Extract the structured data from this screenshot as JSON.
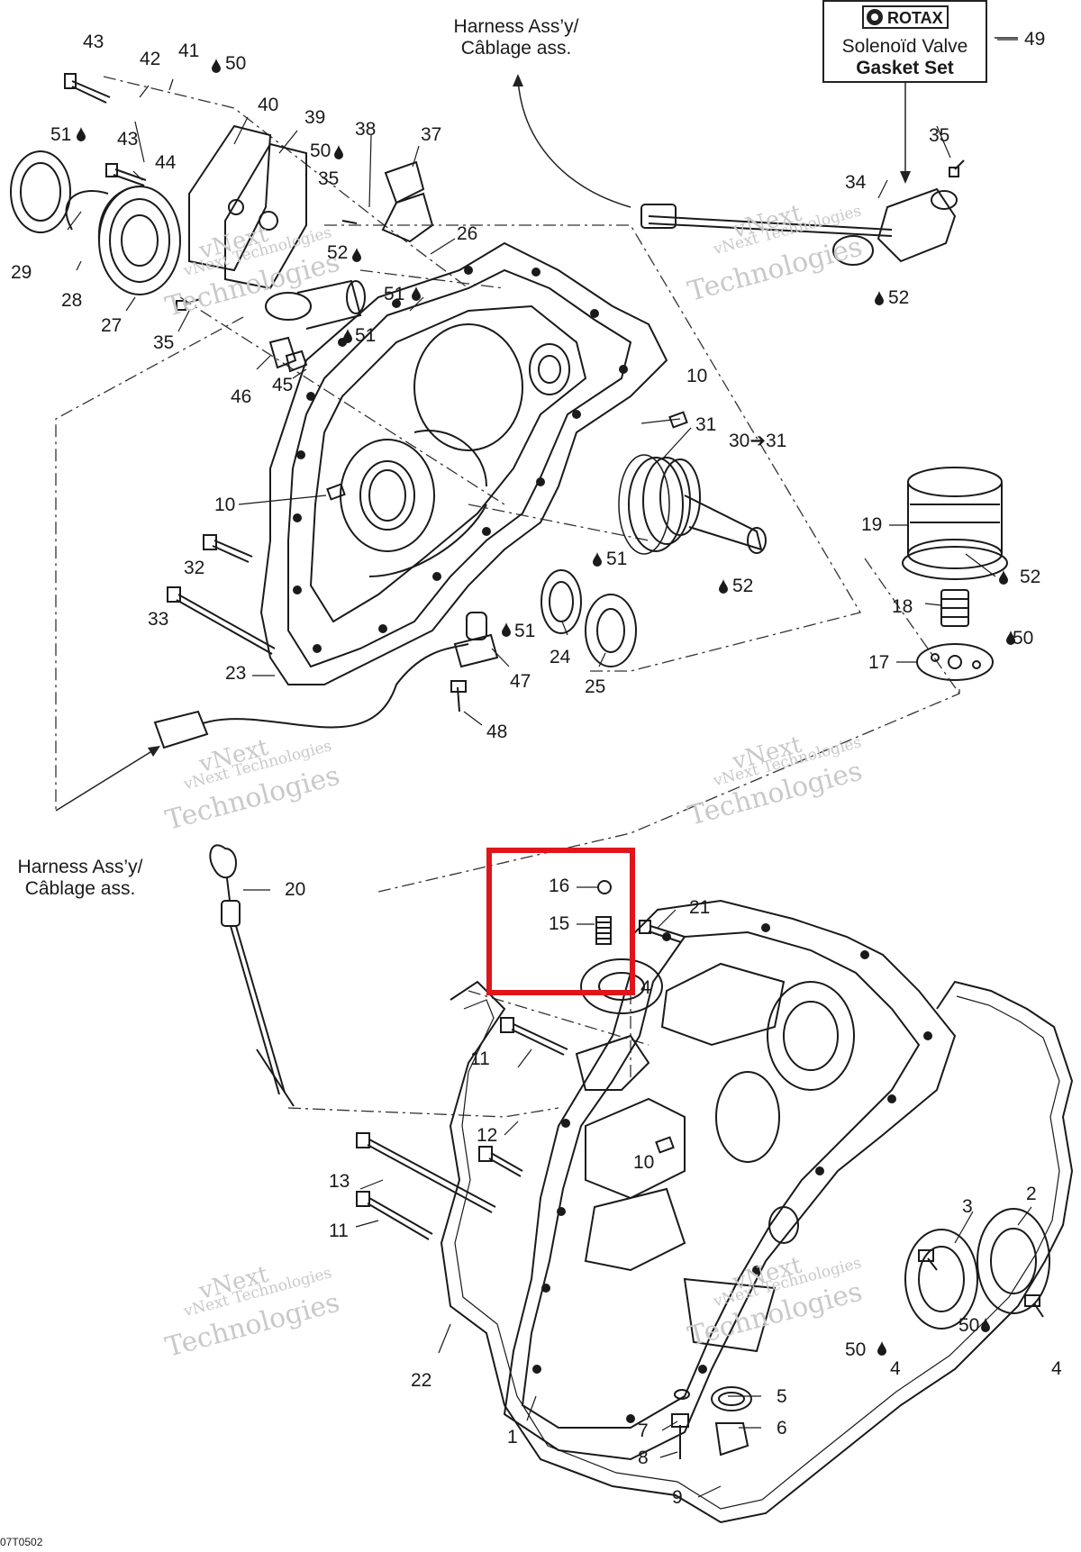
{
  "diagram": {
    "labels": {
      "l1": "1",
      "l2": "2",
      "l3": "3",
      "l4a": "4",
      "l4b": "4",
      "l4c": "4",
      "l5": "5",
      "l6": "6",
      "l7": "7",
      "l8": "8",
      "l9": "9",
      "l10a": "10",
      "l10b": "10",
      "l10c": "10",
      "l11a": "11",
      "l11b": "11",
      "l12": "12",
      "l13": "13",
      "l15": "15",
      "l16": "16",
      "l17": "17",
      "l18": "18",
      "l19": "19",
      "l20": "20",
      "l21": "21",
      "l22": "22",
      "l23": "23",
      "l24": "24",
      "l25": "25",
      "l26": "26",
      "l27": "27",
      "l28": "28",
      "l29": "29",
      "l30": "30➔31",
      "l31": "31",
      "l32": "32",
      "l33": "33",
      "l34": "34",
      "l35a": "35",
      "l35b": "35",
      "l35c": "35",
      "l37": "37",
      "l38": "38",
      "l39": "39",
      "l40": "40",
      "l41": "41",
      "l42": "42",
      "l43a": "43",
      "l43b": "43",
      "l44": "44",
      "l45": "45",
      "l46": "46",
      "l47": "47",
      "l48": "48",
      "l49": "49",
      "lub50a": "50",
      "lub50b": "50",
      "lub50c": "50",
      "lub50d": "50",
      "lub50e": "50",
      "lub51a": "51",
      "lub51b": "51",
      "lub51c": "51",
      "lub51d": "51",
      "lub51e": "51",
      "lub52a": "52",
      "lub52b": "52",
      "lub52c": "52",
      "lub52d": "52"
    },
    "harness_top": {
      "line1": "Harness Ass’y/",
      "line2": "Câblage ass."
    },
    "harness_left": {
      "line1": "Harness Ass’y/",
      "line2": "Câblage ass."
    },
    "rotax": {
      "logo": "ROTAX",
      "line1": "Solenoïd Valve",
      "line2": "Gasket Set"
    },
    "watermark": {
      "line1": "vNext",
      "line2": "vNext Technologies",
      "line3": "Technologies"
    },
    "drawing_code": "07T0502",
    "highlight_color": "#e0151b"
  }
}
